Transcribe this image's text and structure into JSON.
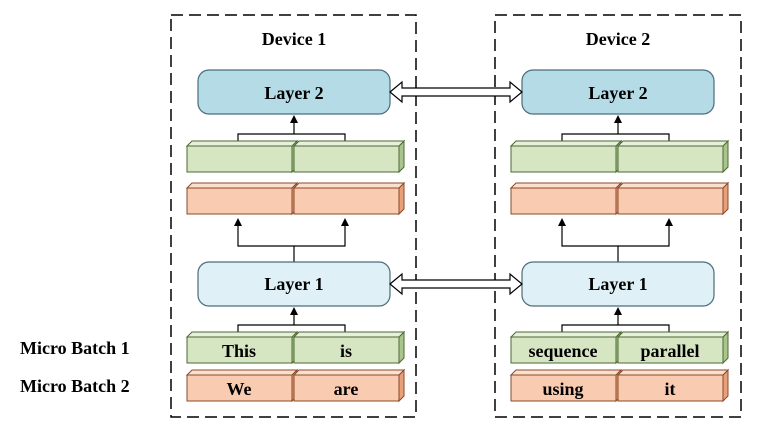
{
  "devices": [
    {
      "title": "Device 1",
      "layer_top": "Layer 2",
      "layer_bottom": "Layer 1",
      "batch1_tokens": [
        "This",
        "is"
      ],
      "batch2_tokens": [
        "We",
        "are"
      ]
    },
    {
      "title": "Device 2",
      "layer_top": "Layer 2",
      "layer_bottom": "Layer 1",
      "batch1_tokens": [
        "sequence",
        "parallel"
      ],
      "batch2_tokens": [
        "using",
        "it"
      ]
    }
  ],
  "row_labels": {
    "micro_batch_1": "Micro Batch 1",
    "micro_batch_2": "Micro Batch 2"
  },
  "colors": {
    "layer2_fill": "#b5dbe6",
    "layer1_fill": "#dff0f6",
    "green_block": "#d6e6c3",
    "green_side": "#a9c58d",
    "orange_block": "#f9cbb0",
    "orange_side": "#e8a07a"
  }
}
